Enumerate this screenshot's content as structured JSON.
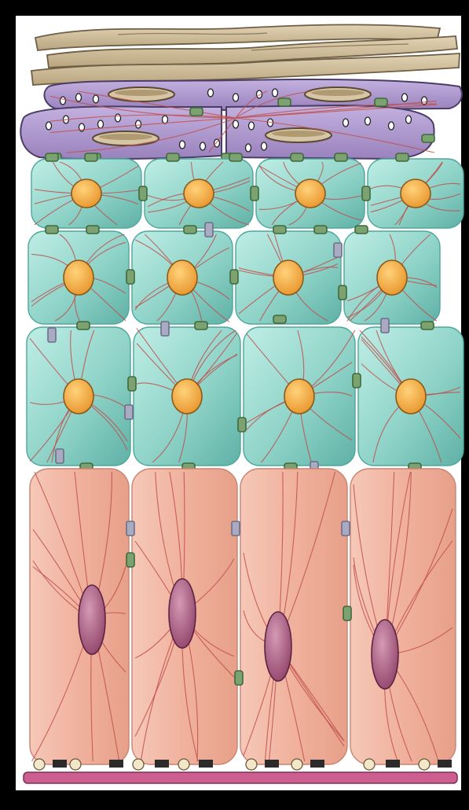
{
  "figure": {
    "layers": [
      {
        "key": "cornified",
        "rows": 3
      },
      {
        "key": "granular",
        "rows": 2
      },
      {
        "key": "spinous",
        "rows": 3
      },
      {
        "key": "basal",
        "rows": 1
      }
    ],
    "colors": {
      "frame": "#000000",
      "background": "#ffffff",
      "cornified_fill": "#cdbb98",
      "cornified_stroke": "#6e5f45",
      "granular_fill": "#a892c8",
      "granular_stroke": "#4a3d66",
      "spinous_fill": "#8fd3c8",
      "spinous_edge": "#4ea79c",
      "spinous_nucleus": "#f3a845",
      "basal_fill": "#f2b6a4",
      "basal_edge": "#c98470",
      "basal_nucleus": "#a8577a",
      "keratin_filament": "#c0504d",
      "desmosome": "#3e6a3a",
      "tight_junction": "#6c6f86",
      "hemidesmosome": "#2b2b2b",
      "basement_membrane": "#cc5f8f",
      "keratohyalin_granule": "#ffffff"
    },
    "icons": {
      "desmosome": "desmosome-icon",
      "gap_junction": "junction-icon",
      "hemidesmosome": "hemidesmosome-icon"
    }
  }
}
